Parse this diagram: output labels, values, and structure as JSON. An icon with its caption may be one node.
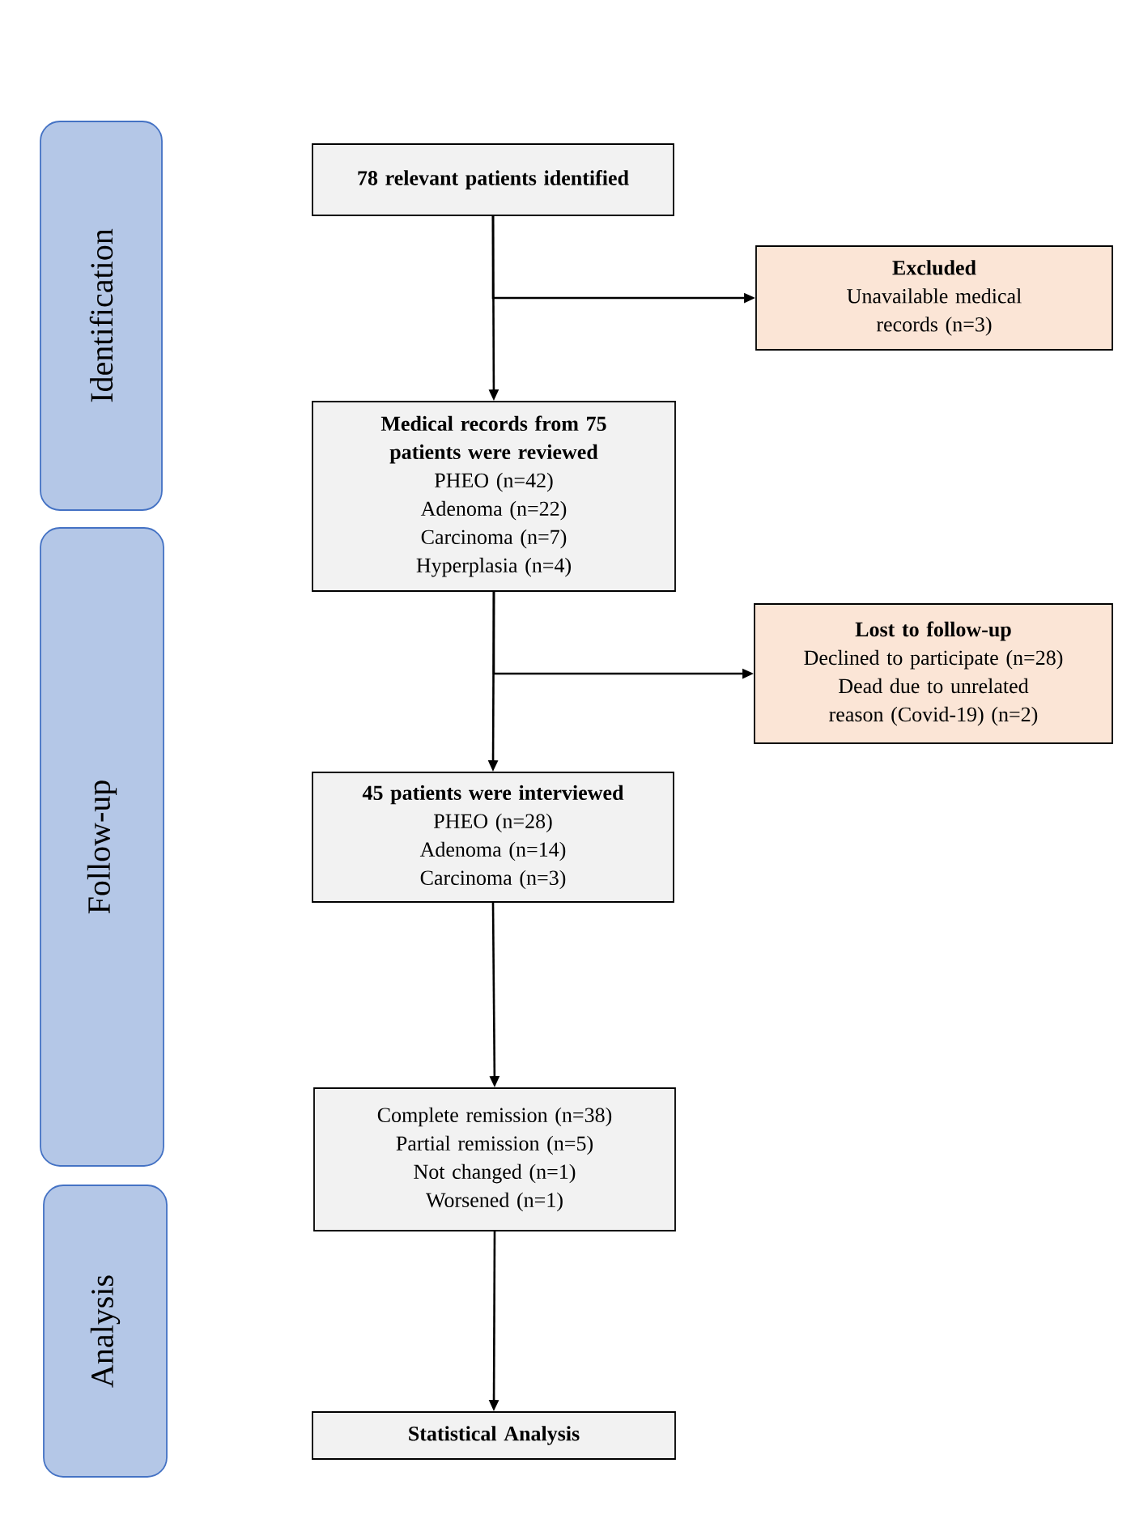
{
  "diagram": {
    "nodes": [
      {
        "text": [
          "Identification"
        ]
      },
      {
        "text": [
          "Follow-up"
        ]
      },
      {
        "text": [
          "Analysis"
        ]
      },
      {
        "text": [
          "78 relevant patients identified"
        ]
      },
      {
        "text": [
          "Excluded",
          "Unavailable medical records (n=3)"
        ]
      },
      {
        "text": [
          "Medical records from 75 patients were reviewed",
          "PHEO (n=42)",
          "Adenoma (n=22)",
          "Carcinoma (n=7)",
          "Hyperplasia (n=4)"
        ]
      },
      {
        "text": [
          "Lost to follow-up",
          "Declined to participate (n=28)",
          "Dead due to unrelated reason (Covid-19) (n=2)"
        ]
      },
      {
        "text": [
          "45 patients were interviewed",
          "PHEO (n=28)",
          "Adenoma (n=14)",
          "Carcinoma (n=3)"
        ]
      },
      {
        "text": [
          "Complete remission (n=38)",
          "Partial remission (n=5)",
          "Not changed (n=1)",
          "Worsened (n=1)"
        ]
      },
      {
        "text": [
          "Statistical Analysis"
        ]
      }
    ],
    "edges": [
      {
        "from": 3,
        "to": 5,
        "arrow": "to"
      },
      {
        "from": 3,
        "to": 4,
        "arrow": "to"
      },
      {
        "from": 5,
        "to": 7,
        "arrow": "to"
      },
      {
        "from": 5,
        "to": 6,
        "arrow": "to"
      },
      {
        "from": 7,
        "to": 8,
        "arrow": "to"
      },
      {
        "from": 8,
        "to": 9,
        "arrow": "to"
      }
    ]
  }
}
